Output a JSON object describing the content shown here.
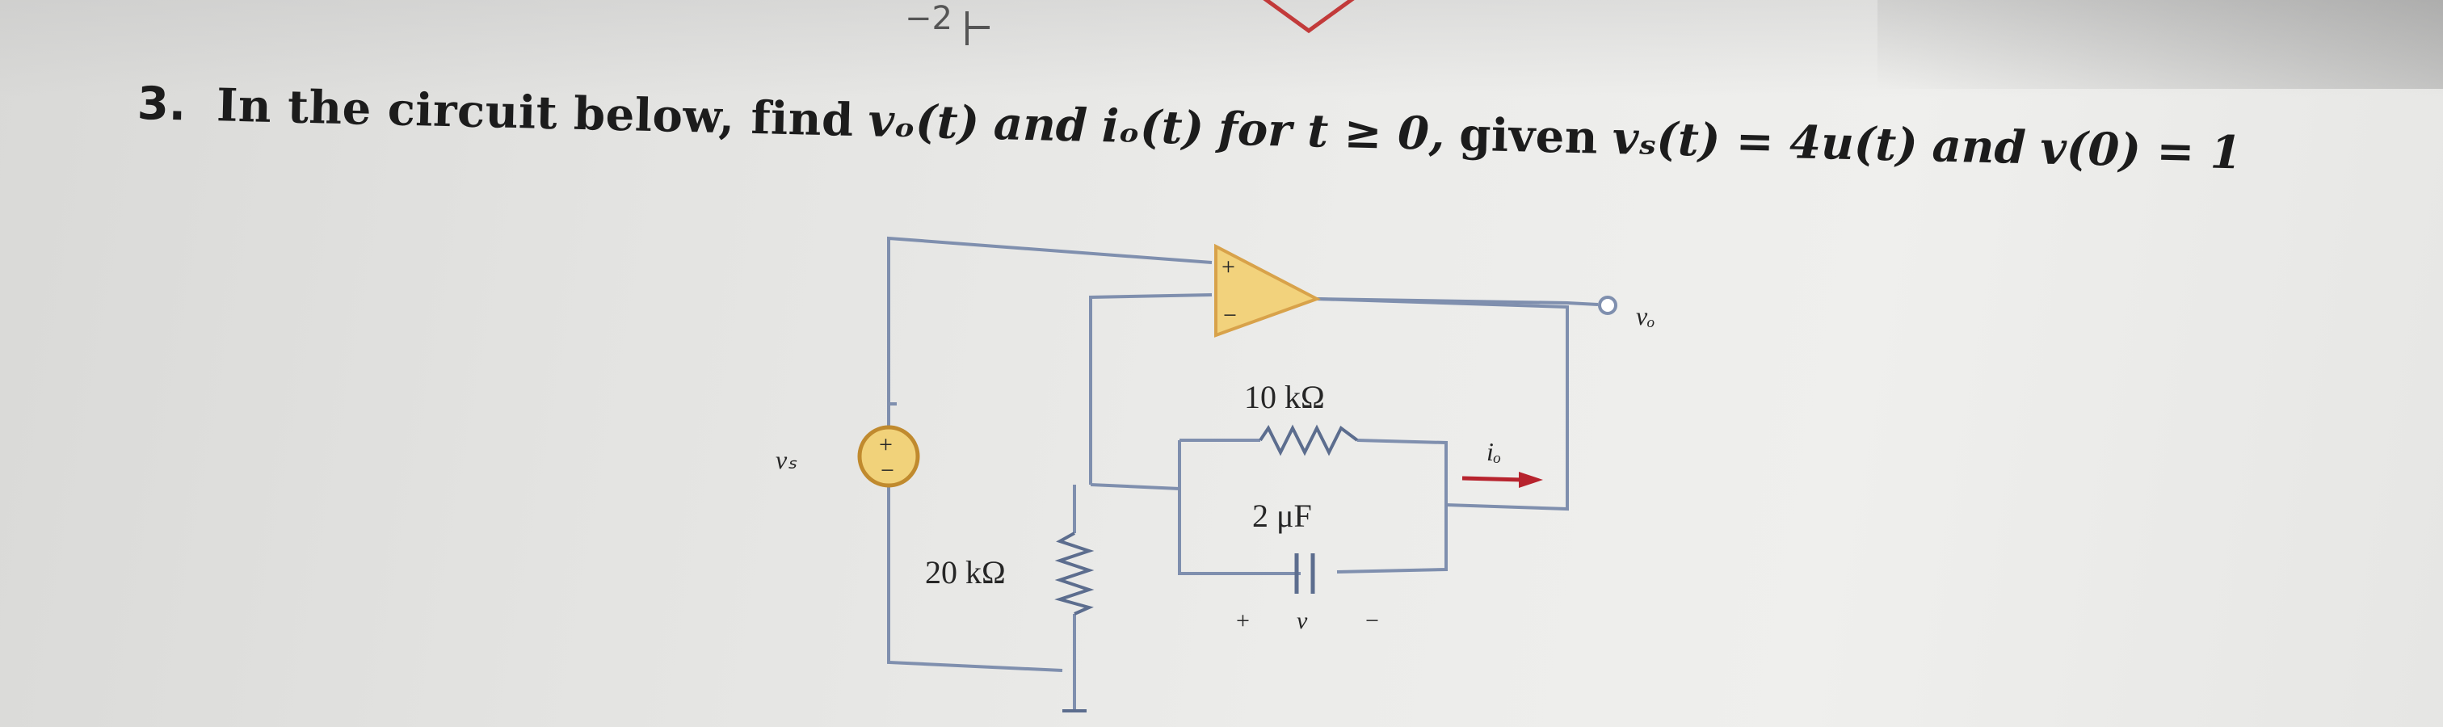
{
  "page_fragment": "−2",
  "problem": {
    "number": "3.",
    "text_before": "In the circuit below, find",
    "vo": "vₒ(t)",
    "and1": "and",
    "io": "iₒ(t)",
    "for_clause": "for t ≥ 0,",
    "given": "given",
    "vs_eq": "vₛ(t) = 4u(t)",
    "and2": "and",
    "v0": "v(0) = 1"
  },
  "circuit": {
    "opamp_plus": "+",
    "opamp_minus": "−",
    "output_label": "vₒ",
    "source_label": "vₛ",
    "source_plus": "+",
    "source_minus": "−",
    "resistor_feedback": "10 kΩ",
    "capacitor": "2 μF",
    "resistor_ground": "20 kΩ",
    "current_label": "iₒ",
    "cap_plus": "+",
    "cap_v": "v",
    "cap_minus": "−"
  },
  "colors": {
    "wire": "#7f8fae",
    "opamp_fill": "#f2d27c",
    "opamp_stroke": "#d8a24a",
    "source_fill": "#f1d27a",
    "source_stroke": "#c08a2e",
    "arrow": "#b7232d",
    "prev_shape": "#c23a3a"
  }
}
